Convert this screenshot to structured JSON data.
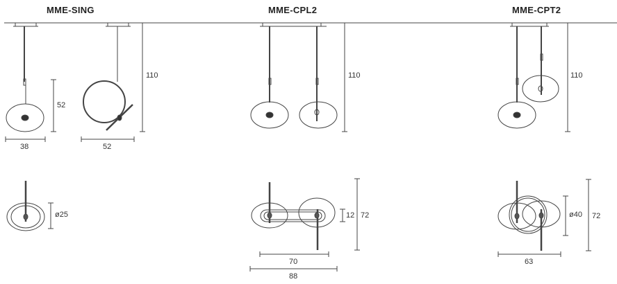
{
  "models": [
    {
      "name": "MME-SING",
      "dims": {
        "height": "110",
        "drop": "52",
        "width_front": "38",
        "width_side": "52",
        "diameter": "ø25"
      }
    },
    {
      "name": "MME-CPL2",
      "dims": {
        "height": "110",
        "canopy_width": "12",
        "depth": "72",
        "inner_width": "70",
        "total_width": "88"
      }
    },
    {
      "name": "MME-CPT2",
      "dims": {
        "height": "110",
        "diameter": "ø40",
        "depth": "72",
        "width": "63"
      }
    }
  ],
  "colors": {
    "line": "#444444",
    "text": "#222222"
  }
}
